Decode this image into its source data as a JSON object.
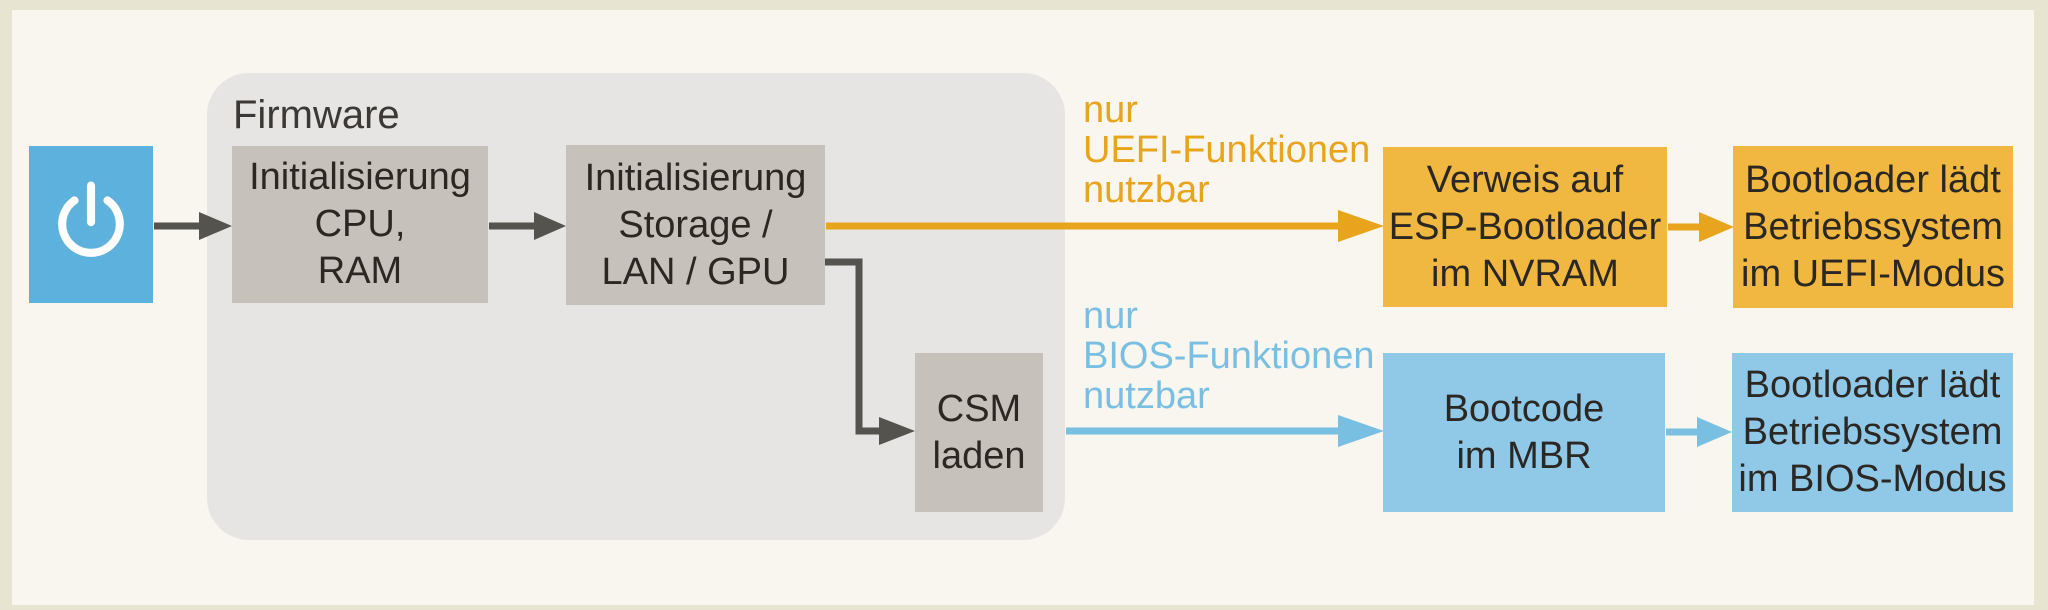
{
  "colors": {
    "page_bg": "#f8f6ee",
    "frame": "#e8e4d2",
    "container_bg": "#e7e5e3",
    "node_gray": "#c7c1bb",
    "power_blue": "#5cb2dc",
    "blue_fill": "#90c8e8",
    "blue_accent": "#79bfe2",
    "orange_fill": "#f1b841",
    "orange_accent": "#e8a41c",
    "arrow_dark": "#55534d",
    "text_dark": "#2b2723",
    "firmware_text": "#3b3835"
  },
  "icons": {
    "power": "power-icon"
  },
  "diagram": {
    "firmware_group_label": "Firmware",
    "nodes": {
      "init_cpu": "Initialisierung\nCPU,\nRAM",
      "init_storage": "Initialisierung\nStorage /\nLAN / GPU",
      "csm": "CSM\nladen",
      "esp_bootloader": "Verweis auf\nESP-Bootloader\nim NVRAM",
      "uefi_os": "Bootloader lädt\nBetriebssystem\nim UEFI-Modus",
      "bootcode_mbr": "Bootcode\nim MBR",
      "bios_os": "Bootloader lädt\nBetriebssystem\nim BIOS-Modus"
    },
    "path_labels": {
      "uefi": "nur\nUEFI-Funktionen\nnutzbar",
      "bios": "nur\nBIOS-Funktionen\nnutzbar"
    }
  }
}
